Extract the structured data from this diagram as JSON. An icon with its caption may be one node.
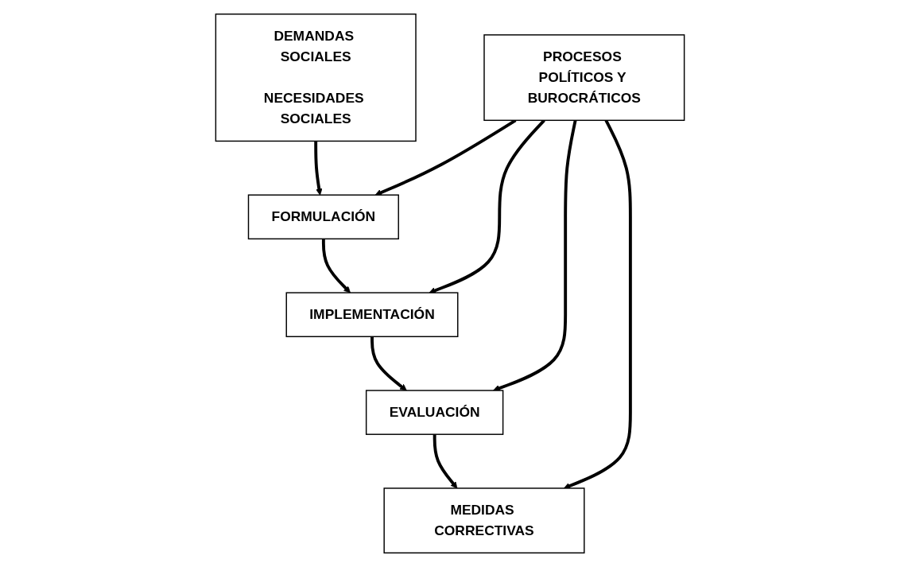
{
  "diagram": {
    "nodes": [
      {
        "text": [
          "FORMULACIÓN"
        ]
      },
      {
        "text": [
          "IMPLEMENTACIÓN"
        ]
      },
      {
        "text": [
          "DEMANDAS SOCIALES",
          "NECESIDADES SOCIALES"
        ]
      },
      {
        "text": [
          "PROCESOS POLÍTICOS Y BUROCRÁTICOS"
        ]
      },
      {
        "text": [
          "MEDIDAS CORRECTIVAS"
        ]
      },
      {
        "text": [
          "EVALUACIÓN"
        ]
      }
    ],
    "edges": [
      {
        "from": 2,
        "to": 0,
        "arrow": "to"
      },
      {
        "from": 0,
        "to": 1,
        "arrow": "to"
      },
      {
        "from": 1,
        "to": 5,
        "arrow": "to"
      },
      {
        "from": 5,
        "to": 4,
        "arrow": "to"
      },
      {
        "from": 3,
        "to": 0,
        "arrow": "to"
      },
      {
        "from": 3,
        "to": 1,
        "arrow": "to"
      },
      {
        "from": 3,
        "to": 4,
        "arrow": "to"
      },
      {
        "from": 3,
        "to": 5,
        "arrow": "to"
      }
    ]
  }
}
